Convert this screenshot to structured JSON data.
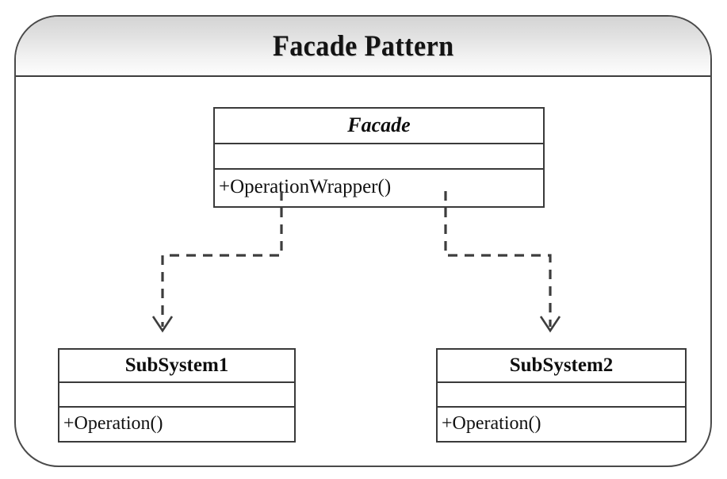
{
  "diagram": {
    "title": "Facade Pattern",
    "type": "uml-class-diagram",
    "frame": {
      "shape": "rounded-rectangle",
      "border_color": "#4a4a4a",
      "header_gradient_from": "#d4d4d4",
      "header_gradient_to": "#fdfdfd"
    },
    "classes": [
      {
        "id": "facade",
        "name": "Facade",
        "name_style": "bold-italic",
        "attributes": [],
        "operations": [
          "+OperationWrapper()"
        ]
      },
      {
        "id": "subsystem1",
        "name": "SubSystem1",
        "name_style": "bold",
        "attributes": [],
        "operations": [
          "+Operation()"
        ]
      },
      {
        "id": "subsystem2",
        "name": "SubSystem2",
        "name_style": "bold",
        "attributes": [],
        "operations": [
          "+Operation()"
        ]
      }
    ],
    "relationships": [
      {
        "from": "facade",
        "to": "subsystem1",
        "kind": "dependency",
        "line": "dashed",
        "arrowhead": "open"
      },
      {
        "from": "facade",
        "to": "subsystem2",
        "kind": "dependency",
        "line": "dashed",
        "arrowhead": "open"
      }
    ],
    "colors": {
      "stroke": "#3a3a3a",
      "connector": "#3d3d3d",
      "text": "#111111",
      "background": "#ffffff"
    }
  }
}
